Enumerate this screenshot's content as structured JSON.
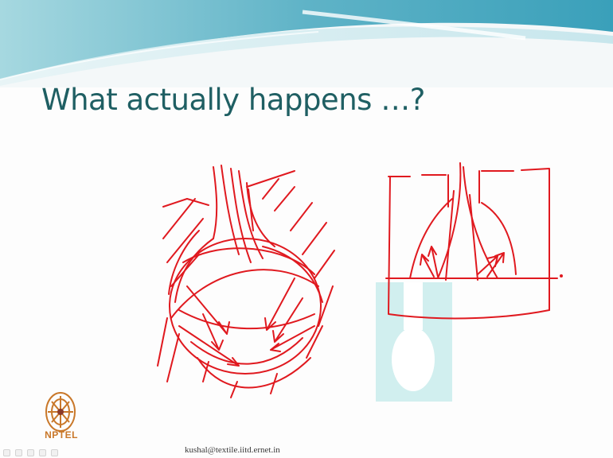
{
  "slide": {
    "title": "What actually happens …?",
    "footer_email": "kushal@textile.iitd.ernet.in",
    "logo_text": "NPTEL"
  },
  "colors": {
    "title": "#1f5f63",
    "ink": "#e0191f",
    "banner_teal": "#5fb3c7",
    "watermark": "#c9ecec",
    "logo": "#c9782a"
  },
  "icons": {
    "logo": "nptel-logo-icon",
    "toolbar": [
      "previous-icon",
      "pen-icon",
      "highlighter-icon",
      "eraser-icon",
      "next-icon"
    ]
  }
}
